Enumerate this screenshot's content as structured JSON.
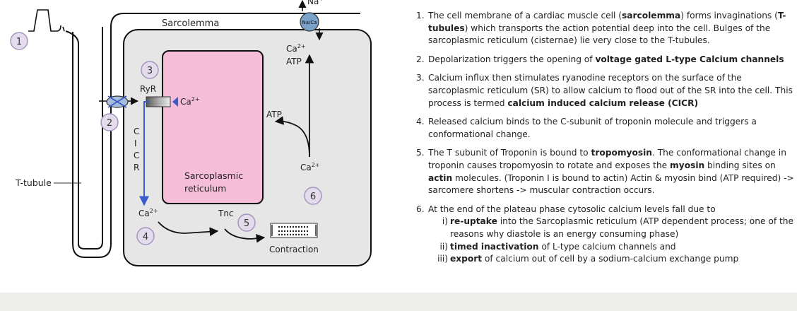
{
  "diagram": {
    "labels": {
      "sarcolemma": "Sarcolemma",
      "t_tubule": "T-tubule",
      "ryr": "RyR",
      "ca_text": "Ca",
      "sup_2plus": "2+",
      "atp": "ATP",
      "na": "Na",
      "na_sup": "+",
      "na_ca": "Na/Ca",
      "sr_line1": "Sarcoplasmic",
      "sr_line2": "reticulum",
      "cicr_letters": [
        "C",
        "I",
        "C",
        "R"
      ],
      "tnc": "Tnc",
      "contraction": "Contraction"
    },
    "markers": [
      "1",
      "2",
      "3",
      "4",
      "5",
      "6"
    ]
  },
  "steps": [
    {
      "num": "1.",
      "parts": [
        {
          "t": "The cell membrane of a cardiac muscle cell ("
        },
        {
          "t": "sarcolemma",
          "b": true
        },
        {
          "t": ") forms invaginations ("
        },
        {
          "t": "T-tubules",
          "b": true
        },
        {
          "t": ") which transports the action potential deep into the cell. Bulges of the sarcoplasmic reticulum (cisternae) lie very close to the T-tubules."
        }
      ]
    },
    {
      "num": "2.",
      "parts": [
        {
          "t": "Depolarization triggers the opening of "
        },
        {
          "t": "voltage gated L-type Calcium channels",
          "b": true
        }
      ]
    },
    {
      "num": "3.",
      "parts": [
        {
          "t": "Calcium influx then stimulates ryanodine receptors on the surface of the sarcoplasmic reticulum (SR) to allow calcium to flood out of the SR into the cell. This process is termed "
        },
        {
          "t": "calcium induced calcium release (CICR)",
          "b": true
        }
      ]
    },
    {
      "num": "4.",
      "parts": [
        {
          "t": "Released calcium binds to the C-subunit of troponin molecule and triggers a conformational change."
        }
      ]
    },
    {
      "num": "5.",
      "parts": [
        {
          "t": "The T subunit of Troponin is bound to "
        },
        {
          "t": "tropomyosin",
          "b": true
        },
        {
          "t": ". The conformational change in troponin causes tropomyosin to rotate and exposes the "
        },
        {
          "t": "myosin",
          "b": true
        },
        {
          "t": " binding sites on "
        },
        {
          "t": "actin",
          "b": true
        },
        {
          "t": " molecules. (Troponin I is bound to actin) Actin & myosin bind (ATP required) -> sarcomere shortens -> muscular contraction occurs."
        }
      ]
    },
    {
      "num": "6.",
      "parts": [
        {
          "t": "At the end of the plateau phase cytosolic calcium levels fall due to"
        }
      ],
      "subs": [
        {
          "num": "i)",
          "parts": [
            {
              "t": "re-uptake",
              "b": true
            },
            {
              "t": " into the Sarcoplasmic reticulum (ATP dependent process; one of the reasons why diastole is an energy consuming phase)"
            }
          ]
        },
        {
          "num": "ii)",
          "parts": [
            {
              "t": "timed inactivation",
              "b": true
            },
            {
              "t": " of L-type calcium channels and"
            }
          ]
        },
        {
          "num": "iii)",
          "parts": [
            {
              "t": "export",
              "b": true
            },
            {
              "t": " of calcium out of cell by a sodium-calcium exchange pump"
            }
          ]
        }
      ]
    }
  ],
  "colors": {
    "cytoplasm": "#e6e6e6",
    "sr_fill": "#f5bdd8",
    "marker_fill": "#e3dcec",
    "marker_stroke": "#a796bd",
    "channel_fill": "#a7bedb",
    "cicr_arrow": "#3b5bcc",
    "exchanger_fill": "#7aa1c8"
  }
}
